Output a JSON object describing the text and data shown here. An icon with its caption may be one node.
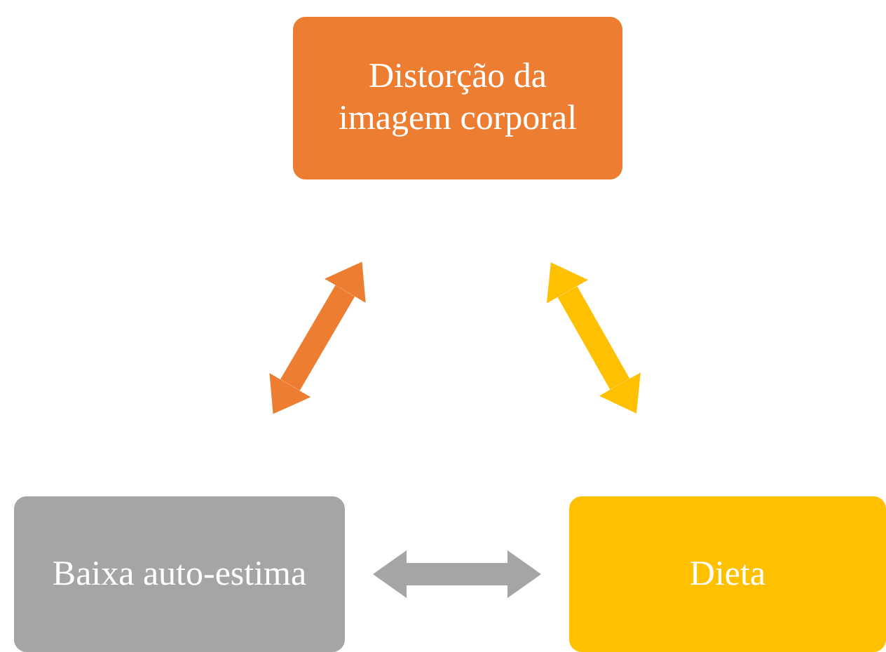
{
  "diagram": {
    "nodes": [
      {
        "text": [
          "Distorção da imagem corporal"
        ]
      },
      {
        "text": [
          "Baixa auto-estima"
        ]
      },
      {
        "text": [
          "Dieta"
        ]
      }
    ],
    "edges": [
      {
        "from": 0,
        "to": 1,
        "arrow": "both",
        "color": "#ed7d31"
      },
      {
        "from": 0,
        "to": 2,
        "arrow": "both",
        "color": "#ffc000"
      },
      {
        "from": 1,
        "to": 2,
        "arrow": "both",
        "color": "#a5a5a5"
      }
    ]
  }
}
